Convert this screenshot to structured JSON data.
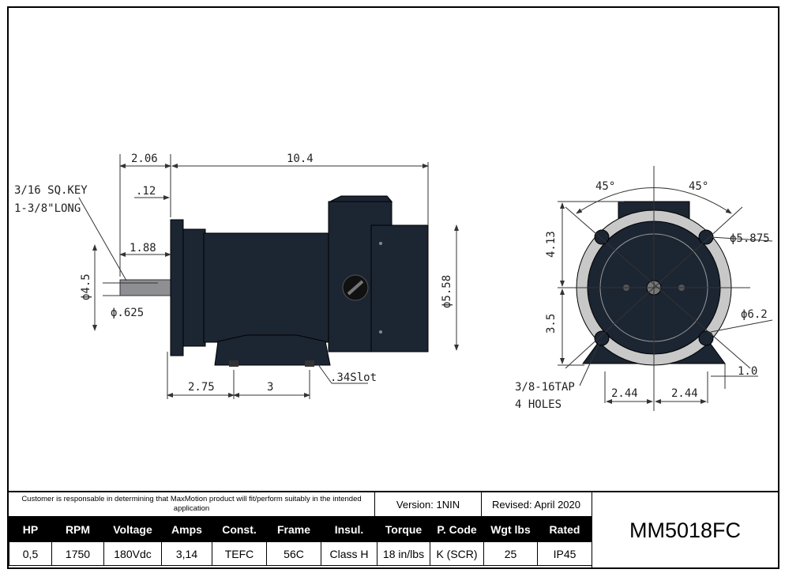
{
  "dimensions": {
    "shaft_length": "2.06",
    "overall_length": "10.4",
    "key": "3/16 SQ.KEY",
    "key_length": "1-3/8\"LONG",
    "flange_offset": ".12",
    "shaft_ext": "1.88",
    "pilot_dia": "ϕ4.5",
    "shaft_dia": "ϕ.625",
    "body_dia": "ϕ5.58",
    "foot_to_c": "2.75",
    "foot_spacing": "3",
    "slot": ".34Slot",
    "angle_left": "45°",
    "angle_right": "45°",
    "center_height_top": "4.13",
    "center_height": "3.5",
    "bolt_circle": "ϕ5.875",
    "flange_dia": "ϕ6.2",
    "tap": "3/8-16TAP",
    "tap_count": "4 HOLES",
    "foot_half_left": "2.44",
    "foot_half_right": "2.44",
    "foot_thickness": "1.0"
  },
  "titleblock": {
    "note": "Customer is responsable in determining that MaxMotion product will fit/perform suitably in the intended application",
    "version": "Version: 1NIN",
    "revised": "Revised: April 2020",
    "model": "MM5018FC",
    "headers": [
      "HP",
      "RPM",
      "Voltage",
      "Amps",
      "Const.",
      "Frame",
      "Insul.",
      "Torque",
      "P. Code",
      "Wgt lbs",
      "Rated"
    ],
    "values": [
      "0,5",
      "1750",
      "180Vdc",
      "3,14",
      "TEFC",
      "56C",
      "Class H",
      "18 in/lbs",
      "K (SCR)",
      "25",
      "IP45"
    ]
  },
  "colors": {
    "motor_body": "#1c2532",
    "line": "#333333",
    "flange_face": "#c8c8c8"
  }
}
